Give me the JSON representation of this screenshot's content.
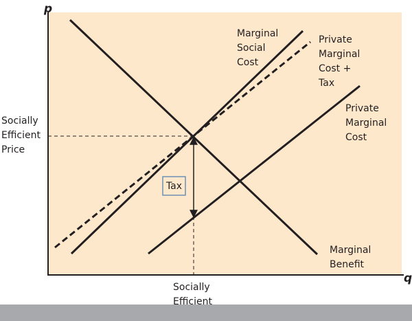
{
  "axes": {
    "y_letter": "p",
    "x_letter": "q"
  },
  "curves": {
    "marginal_social_cost": [
      "Marginal",
      "Social",
      "Cost"
    ],
    "private_marginal_cost_plus_tax": [
      "Private",
      "Marginal",
      "Cost +",
      "Tax"
    ],
    "private_marginal_cost": [
      "Private",
      "Marginal",
      "Cost"
    ],
    "marginal_benefit": [
      "Marginal",
      "Benefit"
    ]
  },
  "annotations": {
    "socially_efficient_price": [
      "Socially",
      "Efficient",
      "Price"
    ],
    "socially_efficient_quantity": [
      "Socially",
      "Efficient"
    ],
    "tax_box": "Tax"
  },
  "colors": {
    "plot_background": "#fde8cc",
    "line": "#231f20",
    "footer_bar": "#a7a9ac"
  }
}
